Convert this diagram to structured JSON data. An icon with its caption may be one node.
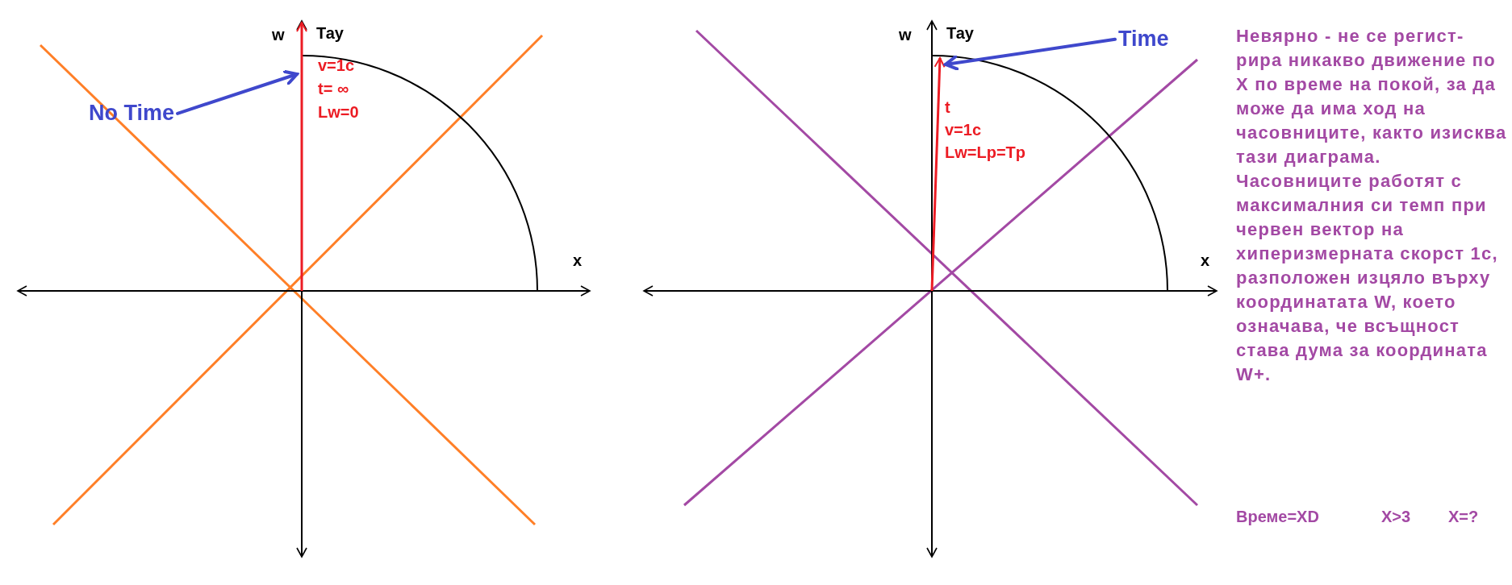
{
  "diagram": {
    "nodes": [
      {
        "text": [
          "No Time"
        ]
      },
      {
        "text": [
          "Time"
        ]
      },
      {
        "text": [],
        "shape": "arrow",
        "beside": [
          "v=1c",
          "t= ∞",
          "Lw=0"
        ]
      },
      {
        "text": [],
        "shape": "arrow",
        "beside": [
          "t",
          "v=1c",
          "Lw=Lp=Tp"
        ]
      }
    ],
    "edges": [
      {
        "from": 0,
        "to": 2,
        "arrow": "to"
      },
      {
        "from": 1,
        "to": 3,
        "arrow": "to"
      }
    ],
    "labels": [
      "w",
      "Тау",
      "x",
      "w",
      "Тау",
      "x",
      "Невярно - не се регист- рира никакво движение по X по време на покой, за да може да има ход на часовниците, както изисква тази диаграма. Часовниците работят с максималния си темп при червен вектор на хиперизмерната скорст 1c, разположен изцяло върху координатата W, което означава, че всъщност става дума за координата W+.",
      "Време=XD",
      "X>3",
      "X=?"
    ]
  }
}
